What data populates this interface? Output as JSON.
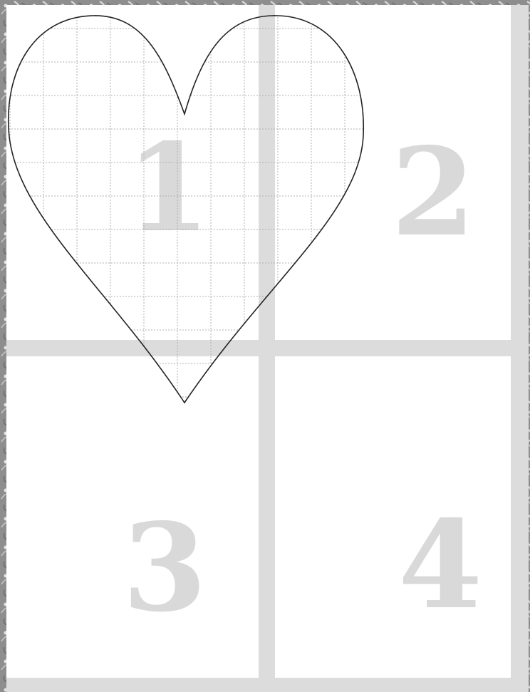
{
  "template": {
    "panel_numbers": [
      "1",
      "2",
      "3",
      "4"
    ],
    "shape_icon": "heart-icon",
    "colors": {
      "sheet_gutter": "#dcdcdc",
      "panel": "#ffffff",
      "numbers": "#d9d9d9",
      "heart_outline": "#222222",
      "grid_lines": "#b0b0b0",
      "pattern_background": "#8a8a8a"
    }
  }
}
